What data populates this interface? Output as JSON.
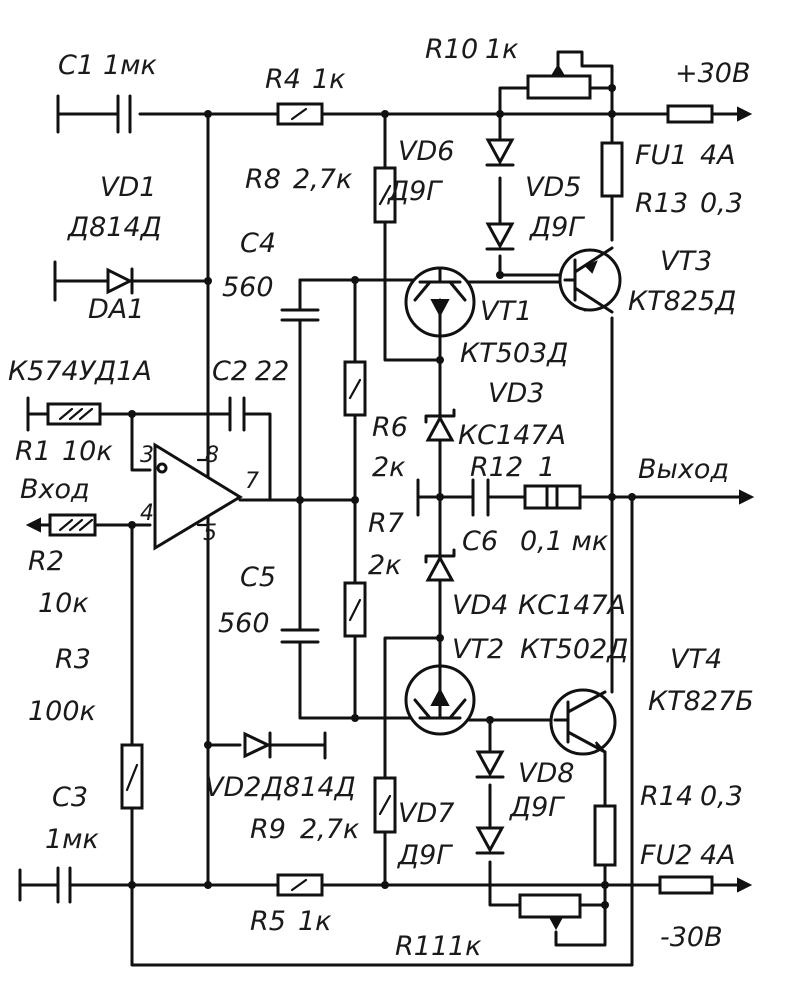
{
  "components": {
    "c1": {
      "ref": "C1",
      "value": "1мк"
    },
    "r4": {
      "ref": "R4",
      "value": "1к"
    },
    "r10": {
      "ref": "R10",
      "value": "1к"
    },
    "supply_pos": "+30В",
    "vd6": {
      "ref": "VD6",
      "type": "Д9Г"
    },
    "vd5": {
      "ref": "VD5",
      "type": "Д9Г"
    },
    "fu1": {
      "ref": "FU1",
      "value": "4А"
    },
    "r13": {
      "ref": "R13",
      "value": "0,3"
    },
    "vd1": {
      "ref": "VD1",
      "type": "Д814Д"
    },
    "r8": {
      "ref": "R8",
      "value": "2,7к"
    },
    "c4": {
      "ref": "C4",
      "value": "560"
    },
    "da1": {
      "ref": "DA1",
      "type": "К574УД1А"
    },
    "vt3": {
      "ref": "VT3",
      "type": "КТ825Д"
    },
    "vt1": {
      "ref": "VT1",
      "type": "КТ503Д"
    },
    "c2": {
      "ref": "C2",
      "value": "22"
    },
    "vd3": {
      "ref": "VD3",
      "type": "КС147А"
    },
    "r6": {
      "ref": "R6",
      "value": "2к"
    },
    "r1": {
      "ref": "R1",
      "value": "10к"
    },
    "input_label": "Вход",
    "output_label": "Выход",
    "r12": {
      "ref": "R12",
      "value": "1"
    },
    "c6": {
      "ref": "C6",
      "value": "0,1 мк"
    },
    "r7": {
      "ref": "R7",
      "value": "2к"
    },
    "r2": {
      "ref": "R2",
      "value": "10к"
    },
    "c5": {
      "ref": "C5",
      "value": "560"
    },
    "vd4": {
      "ref": "VD4",
      "type": "КС147А"
    },
    "vt2": {
      "ref": "VT2",
      "type": "КТ502Д"
    },
    "vt4": {
      "ref": "VT4",
      "type": "КТ827Б"
    },
    "r3": {
      "ref": "R3",
      "value": "100к"
    },
    "vd8": {
      "ref": "VD8",
      "type": "Д9Г"
    },
    "vd2": {
      "ref": "VD2",
      "type": "Д814Д"
    },
    "r14": {
      "ref": "R14",
      "value": "0,3"
    },
    "c3": {
      "ref": "C3",
      "value": "1мк"
    },
    "r9": {
      "ref": "R9",
      "value": "2,7к"
    },
    "vd7": {
      "ref": "VD7",
      "type": "Д9Г"
    },
    "fu2": {
      "ref": "FU2",
      "value": "4А"
    },
    "r5": {
      "ref": "R5",
      "value": "1к"
    },
    "r11": {
      "ref": "R11",
      "value": "1к"
    },
    "supply_neg": "-30В"
  },
  "opamp_pins": {
    "p3": "3",
    "p8": "8",
    "p7": "7",
    "p4": "4",
    "p5": "5"
  }
}
